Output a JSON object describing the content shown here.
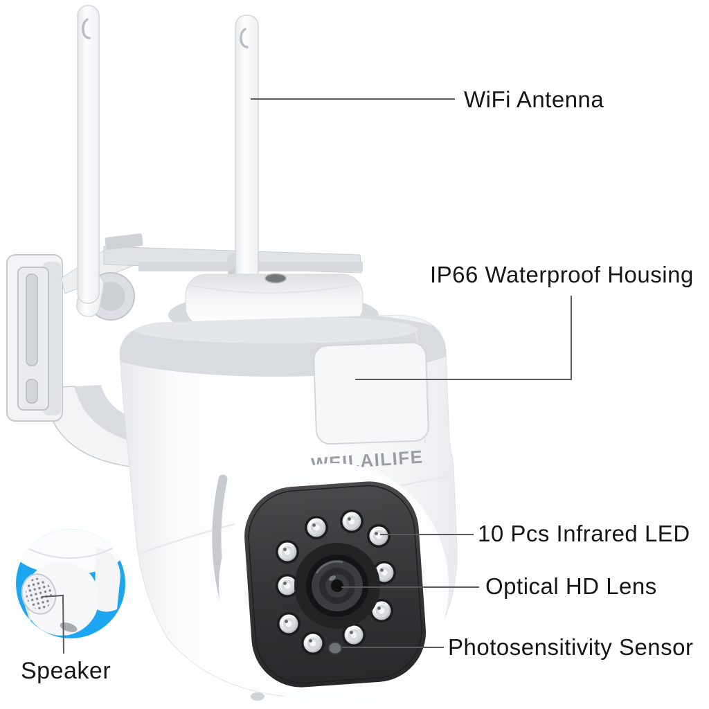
{
  "product": {
    "brand": "WEILAILIFE"
  },
  "callouts": {
    "wifi_antenna": {
      "label": "WiFi Antenna"
    },
    "waterproof_housing": {
      "label": "IP66 Waterproof Housing"
    },
    "infrared_led": {
      "label": "10 Pcs Infrared LED"
    },
    "optical_lens": {
      "label": "Optical HD Lens"
    },
    "photosensitivity_sensor": {
      "label": "Photosensitivity Sensor"
    },
    "speaker": {
      "label": "Speaker"
    }
  },
  "colors": {
    "accent_blue": "#1CA6F2",
    "label_text": "#161616",
    "callout_line": "#5A5A5C",
    "front_panel_dark": "#2B2B2D",
    "body_white": "#FAFBFC",
    "brand_text": "#999EA4"
  }
}
